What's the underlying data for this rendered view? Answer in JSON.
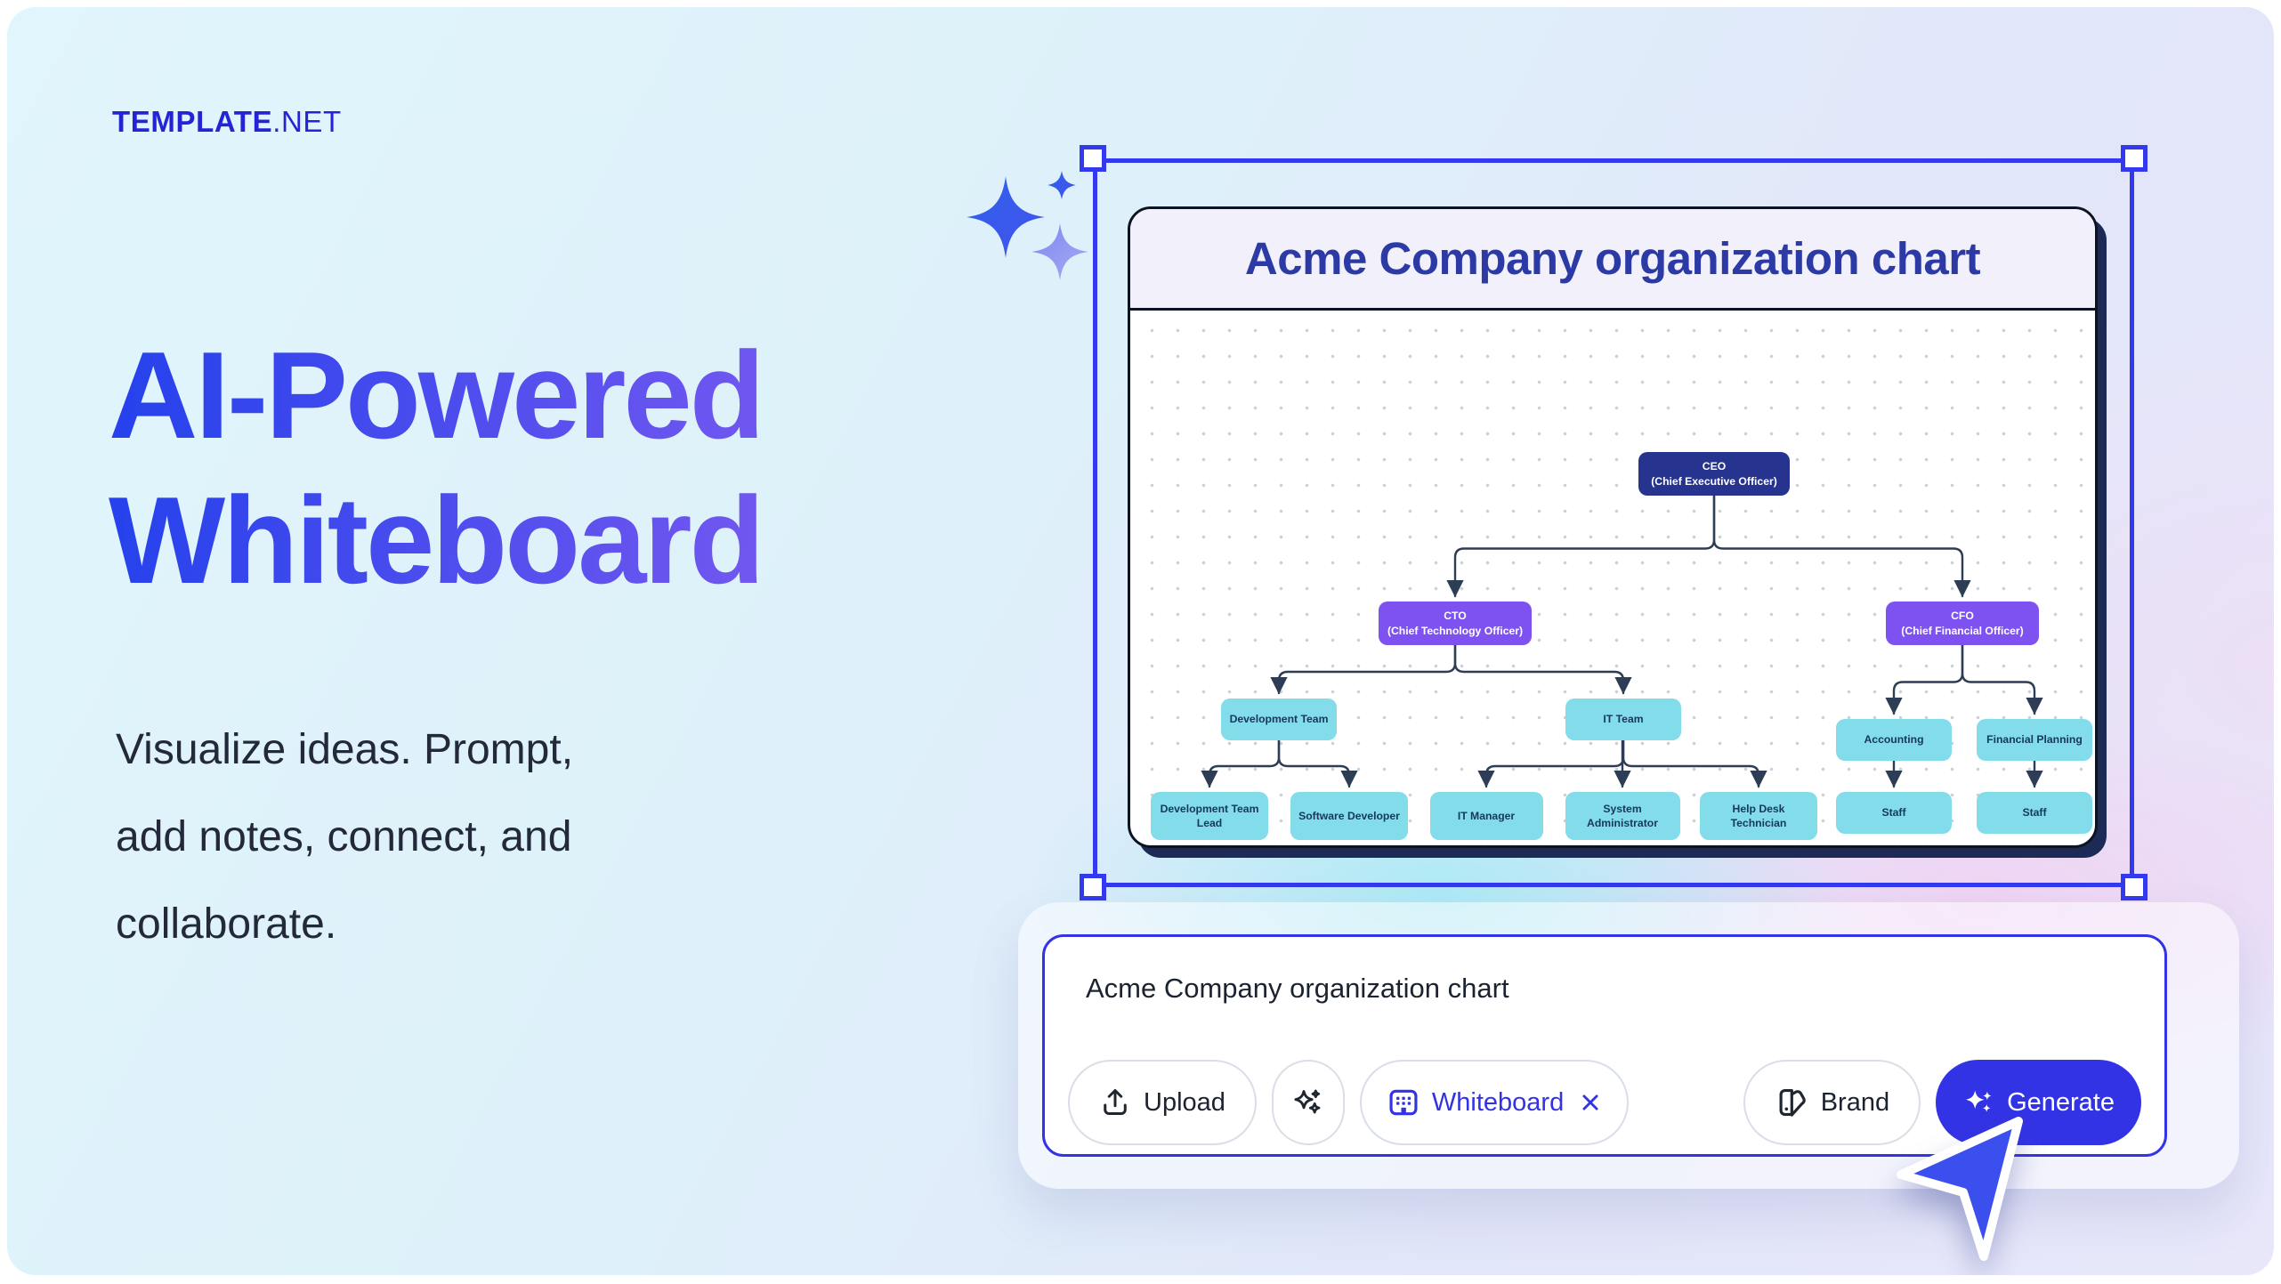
{
  "brand": {
    "name_bold": "TEMPLATE",
    "name_light": ".NET"
  },
  "hero": {
    "title_line1": "AI-Powered",
    "title_line2": "Whiteboard",
    "subtitle_line1": "Visualize ideas. Prompt,",
    "subtitle_line2": "add notes, connect, and",
    "subtitle_line3": "collaborate."
  },
  "whiteboard": {
    "title": "Acme Company organization chart",
    "org_chart": {
      "type": "org-tree",
      "nodes": [
        {
          "id": "ceo",
          "label": "CEO",
          "sublabel": "(Chief Executive Officer)",
          "parent": null,
          "role": "executive-top"
        },
        {
          "id": "cto",
          "label": "CTO",
          "sublabel": "(Chief Technology Officer)",
          "parent": "ceo",
          "role": "executive"
        },
        {
          "id": "cfo",
          "label": "CFO",
          "sublabel": "(Chief Financial Officer)",
          "parent": "ceo",
          "role": "executive"
        },
        {
          "id": "dev_team",
          "label": "Development Team",
          "parent": "cto",
          "role": "team"
        },
        {
          "id": "it_team",
          "label": "IT Team",
          "parent": "cto",
          "role": "team"
        },
        {
          "id": "accounting",
          "label": "Accounting",
          "parent": "cfo",
          "role": "team"
        },
        {
          "id": "financial_planning",
          "label": "Financial Planning",
          "parent": "cfo",
          "role": "team"
        },
        {
          "id": "dev_team_lead",
          "label": "Development Team Lead",
          "parent": "dev_team",
          "role": "team"
        },
        {
          "id": "software_developer",
          "label": "Software Developer",
          "parent": "dev_team",
          "role": "team"
        },
        {
          "id": "it_manager",
          "label": "IT Manager",
          "parent": "it_team",
          "role": "team"
        },
        {
          "id": "system_administrator",
          "label": "System Administrator",
          "parent": "it_team",
          "role": "team"
        },
        {
          "id": "help_desk_technician",
          "label": "Help Desk Technician",
          "parent": "it_team",
          "role": "team"
        },
        {
          "id": "staff_accounting",
          "label": "Staff",
          "parent": "accounting",
          "role": "team"
        },
        {
          "id": "staff_financial_planning",
          "label": "Staff",
          "parent": "financial_planning",
          "role": "team"
        }
      ]
    }
  },
  "prompt_bar": {
    "input_value": "Acme Company organization chart",
    "upload_label": "Upload",
    "whiteboard_chip_label": "Whiteboard",
    "brand_label": "Brand",
    "generate_label": "Generate"
  },
  "icons": [
    "sparkle-decoration-icon",
    "upload-icon",
    "sparkles-icon",
    "whiteboard-grid-icon",
    "close-icon",
    "brand-swatch-icon",
    "generate-sparkles-icon",
    "cursor-pointer-icon",
    "selection-handle"
  ],
  "colors": {
    "accent": "#3333e6",
    "selection": "#3239ee",
    "logo": "#2424d6",
    "heading_gradient_start": "#2742ec",
    "heading_gradient_end": "#7157f0",
    "whiteboard_title": "#2c3aa6",
    "node_top": "#26348f",
    "node_executive": "#7e52f0",
    "node_team": "#82dcea",
    "connector": "#2c3d55"
  }
}
